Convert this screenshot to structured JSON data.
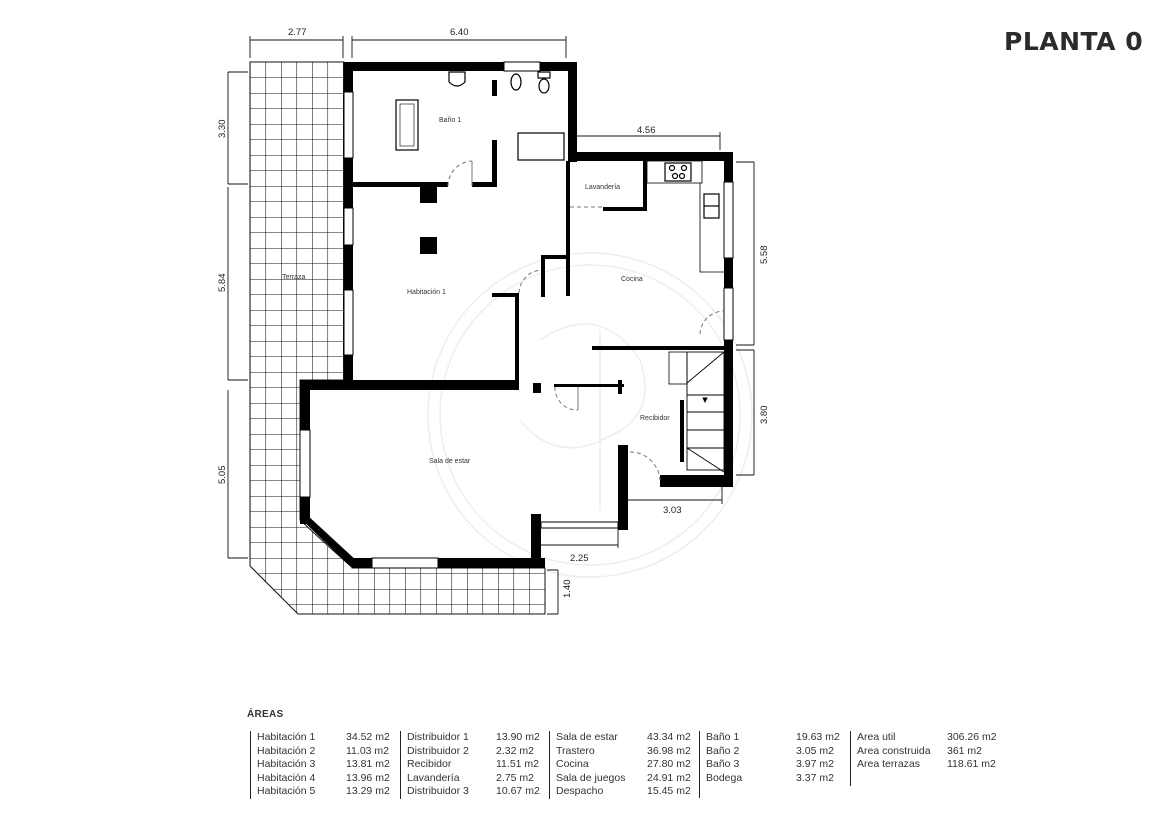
{
  "title": "PLANTA 0",
  "plan": {
    "rooms": [
      {
        "id": "bano1",
        "label": "Baño 1"
      },
      {
        "id": "habitacion1",
        "label": "Habitación 1"
      },
      {
        "id": "terraza",
        "label": "Terraza"
      },
      {
        "id": "lavanderia",
        "label": "Lavandería"
      },
      {
        "id": "cocina",
        "label": "Cocina"
      },
      {
        "id": "recibidor",
        "label": "Recibidor"
      },
      {
        "id": "sala",
        "label": "Sala de estar"
      }
    ],
    "dimensions": {
      "top_left": "2.77",
      "top_mid": "6.40",
      "kitchen_top": "4.56",
      "left_upper": "3.30",
      "left_mid": "5.84",
      "left_lower": "5.05",
      "right_upper": "5.58",
      "right_lower": "3.80",
      "recibidor_bottom": "3.03",
      "entry_bottom": "2.25",
      "terrace_depth": "1.40"
    }
  },
  "areas": {
    "heading": "ÁREAS",
    "columns": [
      [
        {
          "label": "Habitación 1",
          "value": "34.52 m2"
        },
        {
          "label": "Habitación 2",
          "value": "11.03 m2"
        },
        {
          "label": "Habitación 3",
          "value": "13.81 m2"
        },
        {
          "label": "Habitación 4",
          "value": "13.96 m2"
        },
        {
          "label": "Habitación 5",
          "value": "13.29 m2"
        }
      ],
      [
        {
          "label": "Distribuidor 1",
          "value": "13.90 m2"
        },
        {
          "label": "Distribuidor 2",
          "value": "2.32 m2"
        },
        {
          "label": "Recibidor",
          "value": "11.51 m2"
        },
        {
          "label": "Lavandería",
          "value": "2.75 m2"
        },
        {
          "label": "Distribuidor 3",
          "value": "10.67 m2"
        }
      ],
      [
        {
          "label": "Sala de estar",
          "value": "43.34 m2"
        },
        {
          "label": "Trastero",
          "value": "36.98 m2"
        },
        {
          "label": "Cocina",
          "value": "27.80 m2"
        },
        {
          "label": "Sala de juegos",
          "value": "24.91 m2"
        },
        {
          "label": "Despacho",
          "value": "15.45 m2"
        }
      ],
      [
        {
          "label": "Baño 1",
          "value": "19.63 m2"
        },
        {
          "label": "Baño 2",
          "value": "3.05 m2"
        },
        {
          "label": "Baño 3",
          "value": "3.97 m2"
        },
        {
          "label": "Bodega",
          "value": "3.37 m2"
        }
      ],
      [
        {
          "label": "Area util",
          "value": "306.26 m2"
        },
        {
          "label": "Area construida",
          "value": "361 m2"
        },
        {
          "label": "Area terrazas",
          "value": "118.61 m2"
        }
      ]
    ]
  }
}
